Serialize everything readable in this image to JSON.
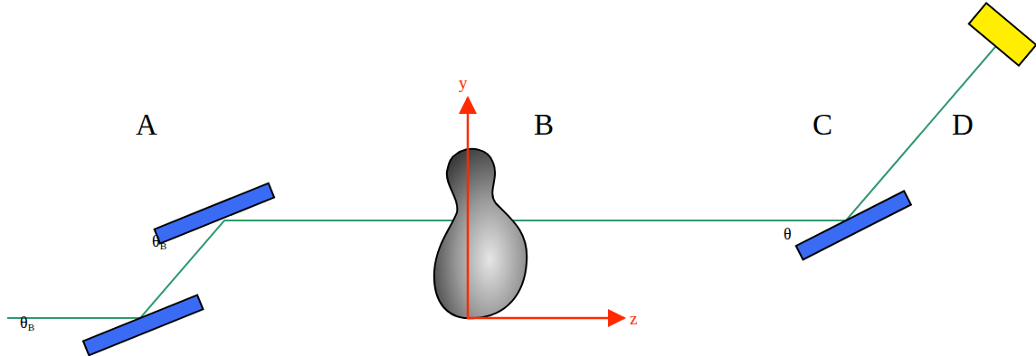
{
  "diagram": {
    "labels": [
      "A",
      "B",
      "C",
      "D",
      "θB",
      "θB",
      "θ",
      "y",
      "z"
    ]
  }
}
